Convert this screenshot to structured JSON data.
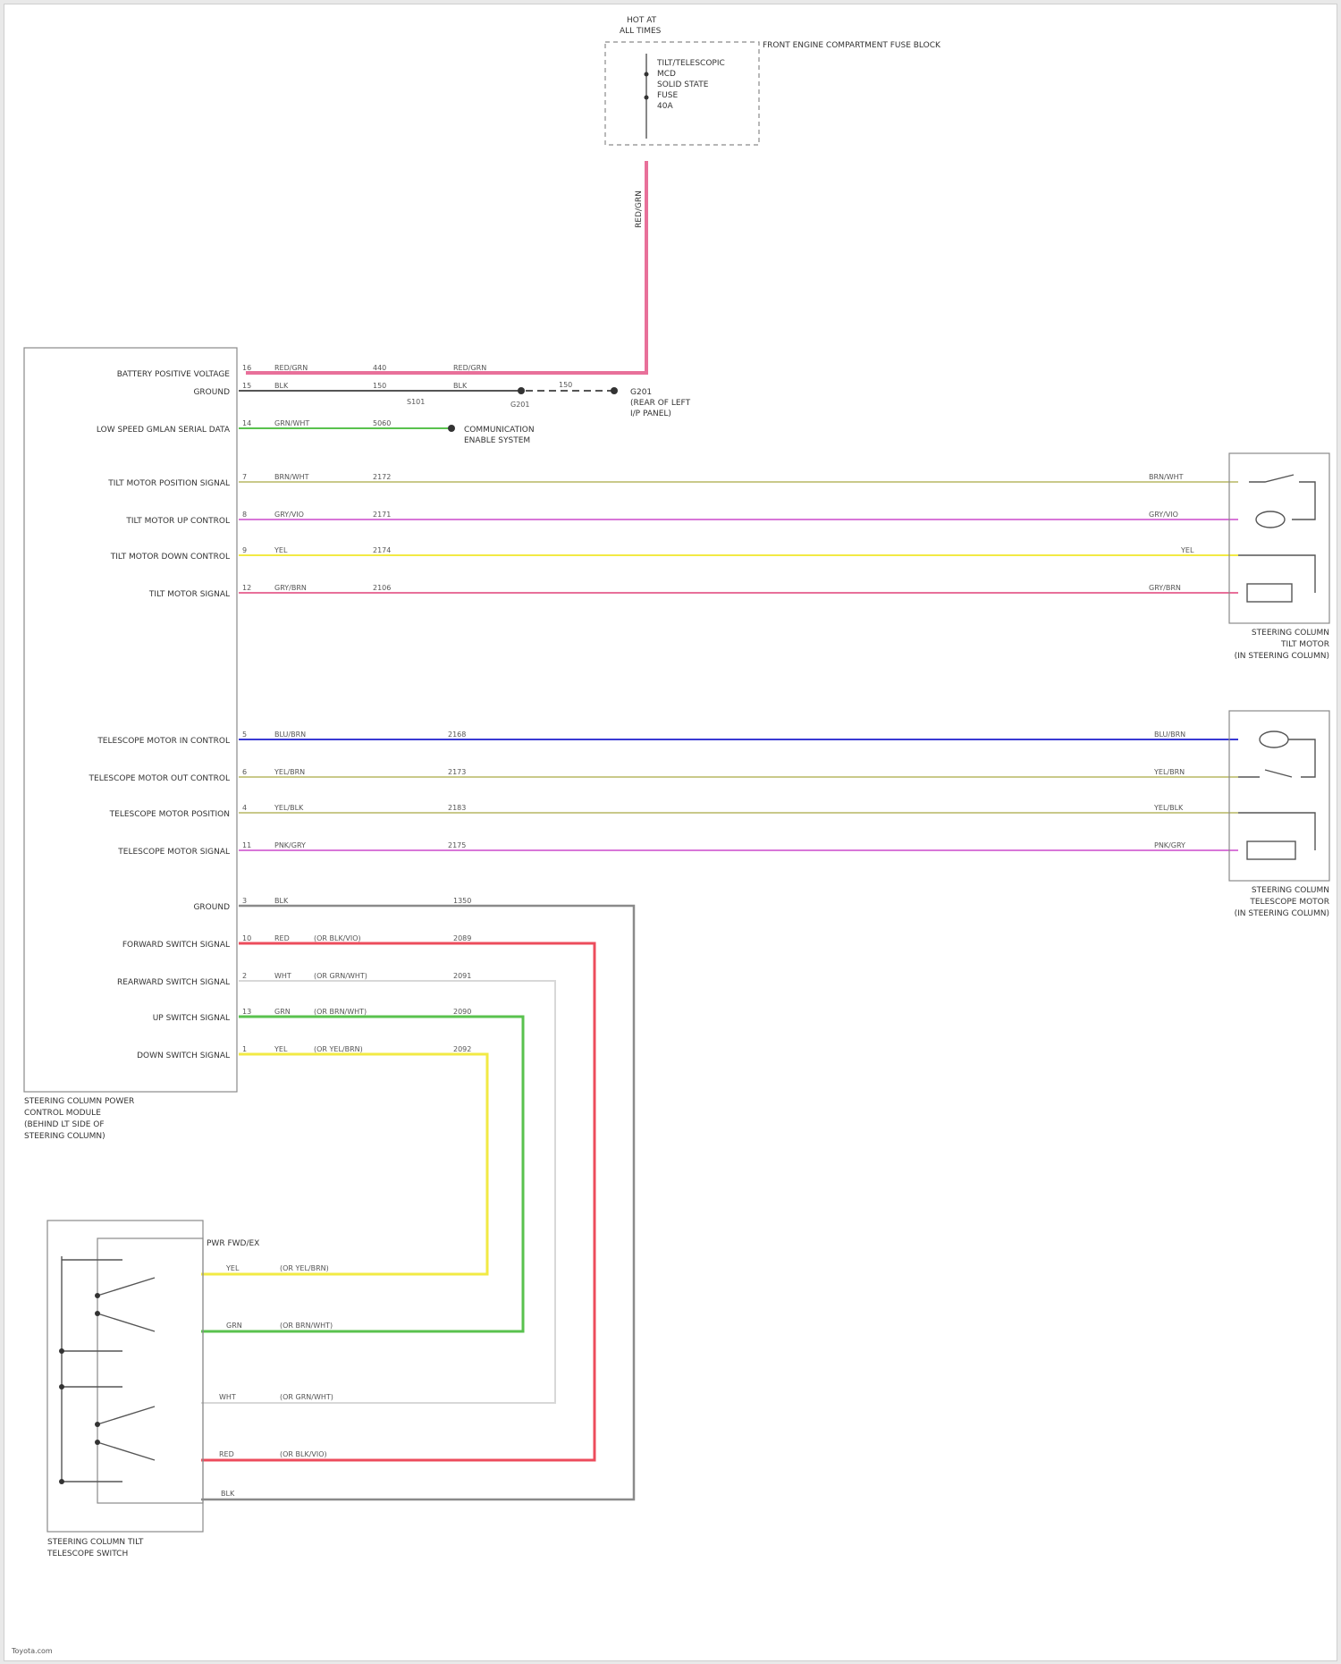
{
  "fuse_block": {
    "title_line1": "HOT AT",
    "title_line2": "ALL TIMES",
    "block_name": "FRONT ENGINE COMPARTMENT FUSE BLOCK",
    "fuse_lines": [
      "TILT/TELESCOPIC",
      "MCD",
      "SOLID STATE",
      "FUSE",
      "40A"
    ]
  },
  "colors": {
    "red_green": "#e8709a",
    "black": "#555555",
    "green": "#59c24e",
    "tan": "#c9c98a",
    "pink": "#d877d8",
    "yellow": "#f2ea44",
    "blue": "#3a3ad4",
    "red": "#ec4c5c",
    "gray": "#d8d8d8"
  },
  "main_module": {
    "title_lines": [
      "STEERING COLUMN POWER",
      "CONTROL MODULE",
      "(BEHIND LT SIDE OF",
      "STEERING COLUMN)"
    ],
    "pins": [
      {
        "label": "BATTERY POSITIVE VOLTAGE",
        "pin": "16"
      },
      {
        "label": "GROUND",
        "pin": "15"
      },
      {
        "label": "LOW SPEED GMLAN SERIAL DATA",
        "pin": "14"
      },
      {
        "label": "TILT MOTOR POSITION SIGNAL",
        "pin": "7"
      },
      {
        "label": "TILT MOTOR UP CONTROL",
        "pin": "8"
      },
      {
        "label": "TILT MOTOR DOWN CONTROL",
        "pin": "9"
      },
      {
        "label": "TILT MOTOR SIGNAL",
        "pin": "12"
      },
      {
        "label": "TELESCOPE MOTOR IN CONTROL",
        "pin": "5"
      },
      {
        "label": "TELESCOPE MOTOR OUT CONTROL",
        "pin": "6"
      },
      {
        "label": "TELESCOPE MOTOR POSITION",
        "pin": "4"
      },
      {
        "label": "TELESCOPE MOTOR SIGNAL",
        "pin": "11"
      },
      {
        "label": "GROUND",
        "pin": "3"
      },
      {
        "label": "FORWARD SWITCH SIGNAL",
        "pin": "10"
      },
      {
        "label": "REARWARD SWITCH SIGNAL",
        "pin": "2"
      },
      {
        "label": "UP SWITCH SIGNAL",
        "pin": "13"
      },
      {
        "label": "DOWN SWITCH SIGNAL",
        "pin": "1"
      }
    ]
  },
  "wires": [
    {
      "left": "RED/GRN",
      "circuit": "440",
      "right": "RED/GRN"
    },
    {
      "left": "BLK",
      "circuit": "150",
      "right": "BLK"
    },
    {
      "left": "GRN/WHT",
      "circuit": "5060"
    },
    {
      "left": "BRN/WHT",
      "circuit": "2172",
      "right": "BRN/WHT"
    },
    {
      "left": "GRY/VIO",
      "circuit": "2171",
      "right": "GRY/VIO"
    },
    {
      "left": "YEL",
      "circuit": "2174",
      "right": "YEL"
    },
    {
      "left": "GRY/BRN",
      "circuit": "2106",
      "right": "GRY/BRN"
    },
    {
      "left": "BLU/BRN",
      "circuit": "2168",
      "right": "BLU/BRN"
    },
    {
      "left": "YEL/BRN",
      "circuit": "2173",
      "right": "YEL/BRN"
    },
    {
      "left": "YEL/BLK",
      "circuit": "2183",
      "right": "YEL/BLK"
    },
    {
      "left": "PNK/GRY",
      "circuit": "2175",
      "right": "PNK/GRY"
    },
    {
      "left": "BLK",
      "circuit": "1350"
    },
    {
      "left": "RED",
      "note": "(OR BLK/VIO)",
      "circuit": "2089"
    },
    {
      "left": "WHT",
      "note": "(OR GRN/WHT)",
      "circuit": "2091"
    },
    {
      "left": "GRN",
      "note": "(OR BRN/WHT)",
      "circuit": "2090"
    },
    {
      "left": "YEL",
      "note": "(OR YEL/BRN)",
      "circuit": "2092"
    }
  ],
  "splice": {
    "name": "S101",
    "g_label": "G201",
    "note": [
      "G201",
      "(REAR OF LEFT",
      "I/P PANEL)"
    ]
  },
  "gmlan_note": [
    "COMMUNICATION",
    "ENABLE SYSTEM"
  ],
  "tilt_assembly": {
    "lines": [
      "STEERING COLUMN",
      "TILT MOTOR",
      "(IN STEERING COLUMN)"
    ]
  },
  "telescope_assembly": {
    "lines": [
      "STEERING COLUMN",
      "TELESCOPE MOTOR",
      "(IN STEERING COLUMN)"
    ]
  },
  "switch": {
    "title_lines": [
      "STEERING COLUMN TILT",
      "TELESCOPE SWITCH"
    ],
    "header": "PWR FWD/EX",
    "wires": [
      {
        "color": "YEL",
        "note": "(OR YEL/BRN)"
      },
      {
        "color": "GRN",
        "note": "(OR BRN/WHT)"
      },
      {
        "color": "WHT",
        "note": "(OR GRN/WHT)"
      },
      {
        "color": "RED",
        "note": "(OR BLK/VIO)"
      },
      {
        "color": "BLK"
      }
    ]
  },
  "footer": "Toyota.com"
}
